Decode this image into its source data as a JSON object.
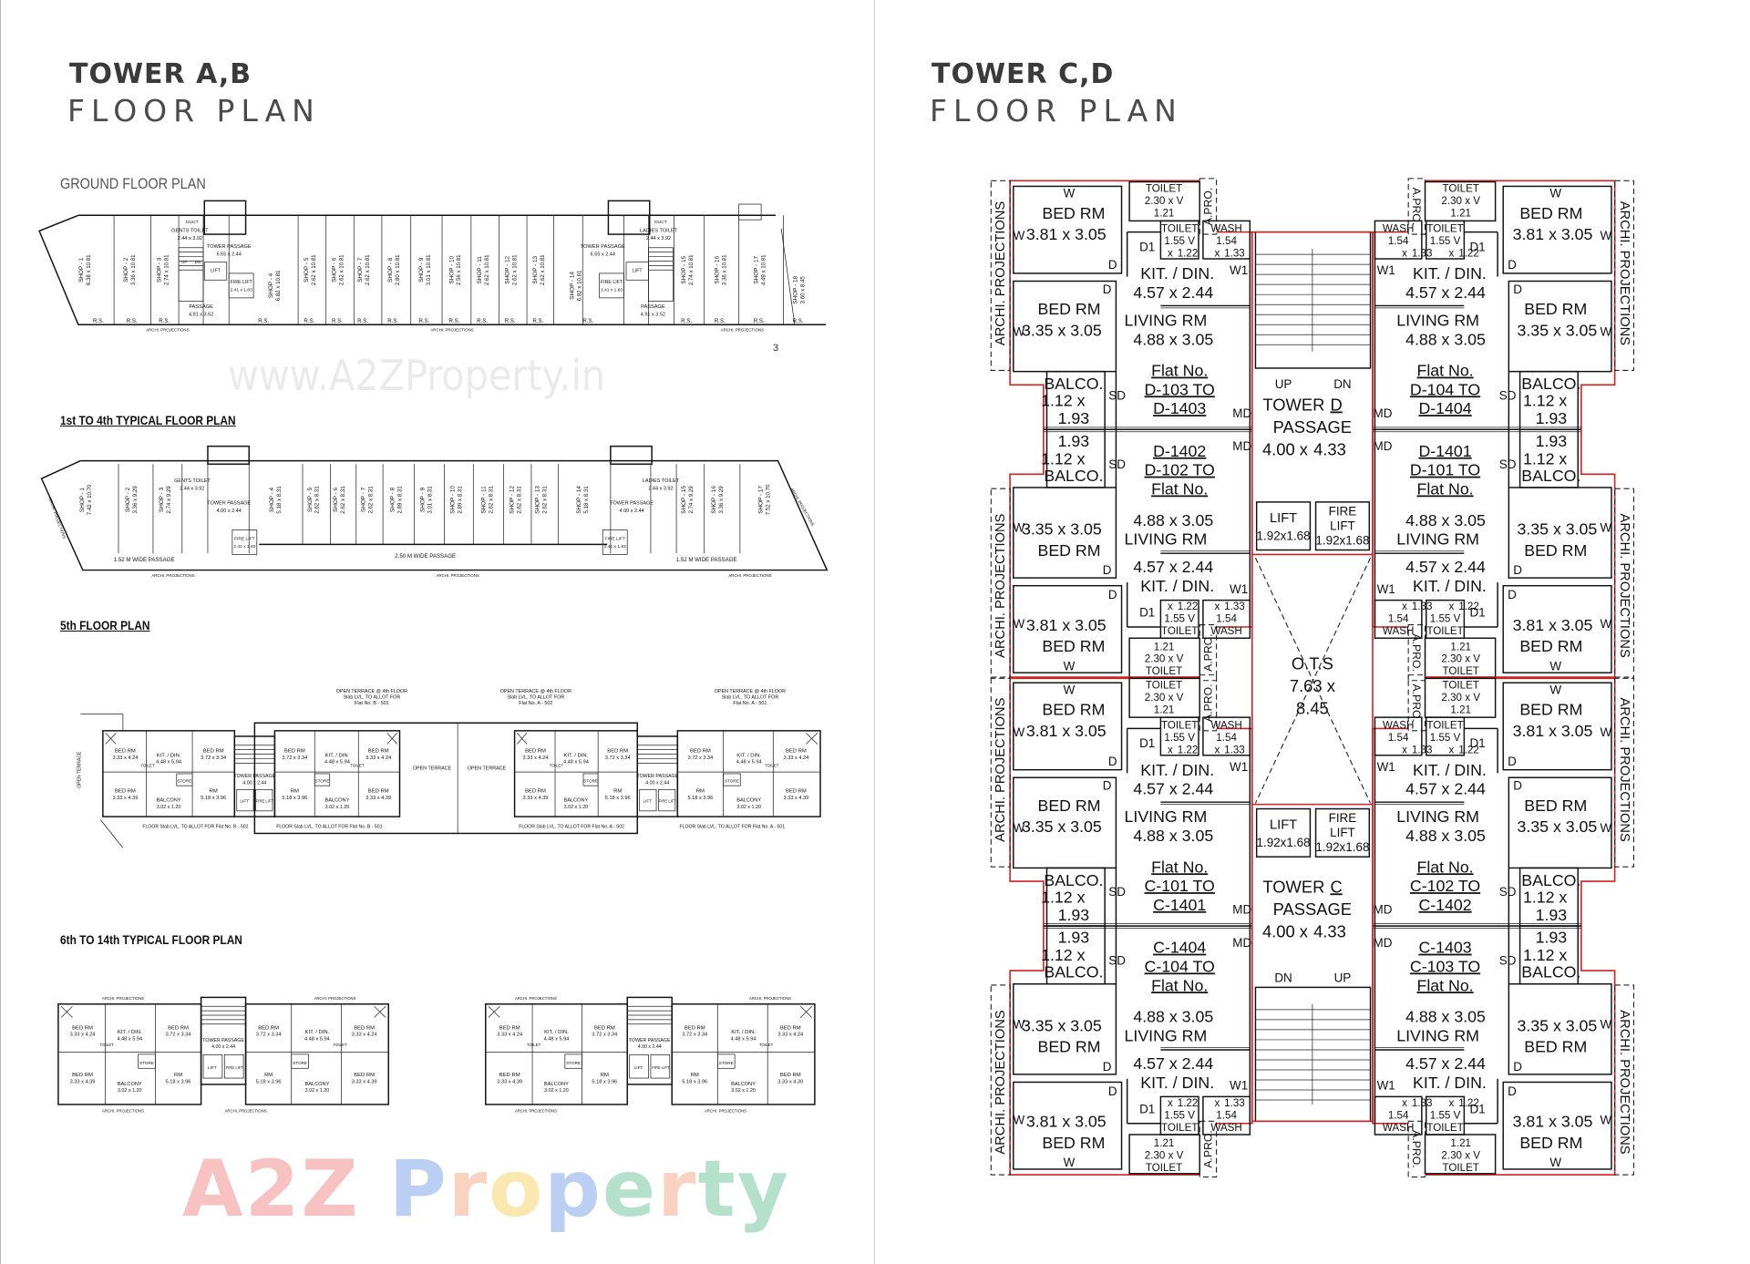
{
  "tower_ab": {
    "title": "TOWER A,B",
    "subtitle": "FLOOR PLAN",
    "page_number": "3",
    "watermark": "www.A2ZProperty.in",
    "ground": {
      "label": "GROUND FLOOR PLAN",
      "shops": [
        {
          "name": "SHOP - 1",
          "dims": "6.38 x 10.81"
        },
        {
          "name": "SHOP - 2",
          "dims": "3.36 x 10.81"
        },
        {
          "name": "SHOP - 3",
          "dims": "2.74 x 10.81"
        },
        {
          "name": "SHOP - 4",
          "dims": "6.82 x 10.81"
        },
        {
          "name": "SHOP - 5",
          "dims": "2.62 x 10.81"
        },
        {
          "name": "SHOP - 6",
          "dims": "2.62 x 10.81"
        },
        {
          "name": "SHOP - 7",
          "dims": "2.62 x 10.81"
        },
        {
          "name": "SHOP - 8",
          "dims": "2.80 x 10.81"
        },
        {
          "name": "SHOP - 9",
          "dims": "3.01 x 10.81"
        },
        {
          "name": "SHOP - 10",
          "dims": "2.56 x 10.81"
        },
        {
          "name": "SHOP - 11",
          "dims": "2.62 x 10.81"
        },
        {
          "name": "SHOP - 12",
          "dims": "2.62 x 10.81"
        },
        {
          "name": "SHOP - 13",
          "dims": "2.62 x 10.81"
        },
        {
          "name": "SHOP - 14",
          "dims": "6.82 x 10.81"
        },
        {
          "name": "SHOP - 15",
          "dims": "2.74 x 10.81"
        },
        {
          "name": "SHOP - 16",
          "dims": "3.36 x 10.81"
        },
        {
          "name": "SHOP - 17",
          "dims": "4.49 x 10.81"
        },
        {
          "name": "SHOP - 18",
          "dims": "3.60 x 8.45"
        }
      ],
      "gents_toilet": "GENTS TOILET",
      "ladies_toilet": "LADIES TOILET",
      "toilet_dims": "2.44 x 3.92",
      "tower_passage": "TOWER PASSAGE",
      "tower_passage_dims": "6.55 x 2.44",
      "passage": "PASSAGE",
      "passage_dims": "4.91 x 3.52",
      "lift": "LIFT",
      "fire_lift": "FIRE LIFT",
      "fire_lift_dims": "2.41 x 1.83",
      "rs": "R.S.",
      "archi": "ARCHI. PROJECTIONS",
      "duct": "DUCT",
      "up": "UP",
      "dn": "DN"
    },
    "typical_1_4": {
      "label": "1st TO 4th TYPICAL FLOOR PLAN",
      "shops": [
        {
          "name": "SHOP - 1",
          "dims": "7.42 x 10.70"
        },
        {
          "name": "SHOP - 2",
          "dims": "3.36 x 9.29"
        },
        {
          "name": "SHOP - 3",
          "dims": "2.74 x 9.29"
        },
        {
          "name": "SHOP - 4",
          "dims": "5.18 x 8.31"
        },
        {
          "name": "SHOP - 5",
          "dims": "2.62 x 8.31"
        },
        {
          "name": "SHOP - 6",
          "dims": "2.62 x 8.31"
        },
        {
          "name": "SHOP - 7",
          "dims": "2.62 x 8.31"
        },
        {
          "name": "SHOP - 8",
          "dims": "2.89 x 8.31"
        },
        {
          "name": "SHOP - 9",
          "dims": "3.01 x 8.31"
        },
        {
          "name": "SHOP - 10",
          "dims": "2.89 x 8.31"
        },
        {
          "name": "SHOP - 11",
          "dims": "2.62 x 8.31"
        },
        {
          "name": "SHOP - 12",
          "dims": "2.62 x 8.31"
        },
        {
          "name": "SHOP - 13",
          "dims": "2.62 x 8.31"
        },
        {
          "name": "SHOP - 14",
          "dims": "5.18 x 8.31"
        },
        {
          "name": "SHOP - 15",
          "dims": "2.74 x 9.29"
        },
        {
          "name": "SHOP - 16",
          "dims": "3.36 x 9.29"
        },
        {
          "name": "SHOP - 17",
          "dims": "7.52 x 10.70"
        }
      ],
      "main_passage": "2.50 M WIDE PASSAGE",
      "side_passage": "1.52 M WIDE PASSAGE",
      "tower_passage_dims": "4.00 x 2.44"
    },
    "fifth": {
      "label": "5th FLOOR PLAN",
      "open_terrace": "OPEN TERRACE",
      "terrace_notes": [
        "OPEN TERRACE @ 4th FLOOR Slab LVL. TO ALLOT FOR Flat No. B - 501",
        "OPEN TERRACE @ 4th FLOOR Slab LVL. TO ALLOT FOR Flat No. A - 502",
        "OPEN TERRACE @ 4th FLOOR Slab LVL. TO ALLOT FOR Flat No. A - 501"
      ],
      "bottom_notes": [
        "FLOOR Slab LVL. TO ALLOT FOR Flat No. B - 502",
        "FLOOR Slab LVL. TO ALLOT FOR Flat No. B - 501",
        "FLOOR Slab LVL. TO ALLOT FOR Flat No. A - 502",
        "FLOOR Slab LVL. TO ALLOT FOR Flat No. A - 501"
      ],
      "rooms": {
        "bed_a": {
          "label": "BED RM",
          "dims": "3.33 x 4.24"
        },
        "bed_b": {
          "label": "BED RM",
          "dims": "3.72 x 3.34"
        },
        "bed_c": {
          "label": "BED RM",
          "dims": "3.33 x 4.39"
        },
        "kitchen": {
          "label": "KIT. / DIN.",
          "dims": "4.48 x 5.94"
        },
        "living": {
          "label": "RM",
          "dims": "5.18 x 3.96"
        },
        "balcony": {
          "label": "BALCONY",
          "dims": "3.02 x 1.20"
        },
        "store": {
          "label": "STORE"
        },
        "toilet": {
          "label": "TOILET"
        }
      },
      "tower_passage": "TOWER PASSAGE",
      "tower_passage_dims": "4.00 x 2.44"
    },
    "typical_6_14": {
      "label": "6th TO 14th TYPICAL FLOOR PLAN"
    }
  },
  "tower_cd": {
    "title": "TOWER C,D",
    "subtitle": "FLOOR PLAN",
    "rooms": {
      "bed_large": {
        "label": "BED RM",
        "dims_a": "3.81 x",
        "dims_b": "3.05"
      },
      "bed_small": {
        "label": "BED RM",
        "dims_a": "3.35 x",
        "dims_b": "3.05"
      },
      "toilet_large": {
        "label": "TOILET",
        "dims_a": "2.30 x V",
        "dims_b": "1.21"
      },
      "toilet_small": {
        "label": "TOILET",
        "dims_a": "1.55 V",
        "dims_b": "1.22"
      },
      "wash": {
        "label": "WASH",
        "dims_a": "1.54",
        "dims_b": "1.33"
      },
      "kitchen": {
        "label_a": "KIT. /",
        "label_b": "DIN.",
        "dims_a": "4.57 x",
        "dims_b": "2.44"
      },
      "living": {
        "label_a": "LIVING",
        "label_b": "RM",
        "dims_a": "4.88 x",
        "dims_b": "3.05"
      },
      "balcony": {
        "label": "BALCO.",
        "dims_a": "1.12",
        "dims_b": "1.93"
      }
    },
    "flats": [
      {
        "label": "Flat No.",
        "from": "D-103 TO",
        "to": "D-1403"
      },
      {
        "label": "Flat No.",
        "from": "D-102 TO",
        "to": "D-1402"
      },
      {
        "label": "Flat No.",
        "from": "C-101 TO",
        "to": "C-1401"
      },
      {
        "label": "Flat No.",
        "from": "C-104 TO",
        "to": "C-1404"
      },
      {
        "label": "Flat No.",
        "from": "D-104 TO",
        "to": "D-1404"
      },
      {
        "label": "Flat No.",
        "from": "D-101 TO",
        "to": "D-1401"
      },
      {
        "label": "Flat No.",
        "from": "C-102 TO",
        "to": "C-1402"
      },
      {
        "label": "Flat No.",
        "from": "C-103 TO",
        "to": "C-1403"
      }
    ],
    "core": {
      "tower_d": {
        "label": "TOWER",
        "letter": "D",
        "passage": "PASSAGE",
        "dims_a": "4.00 x",
        "dims_b": "4.33"
      },
      "tower_c": {
        "label": "TOWER",
        "letter": "C",
        "passage": "PASSAGE",
        "dims_a": "4.00 x",
        "dims_b": "4.33"
      },
      "lift": {
        "label": "LIFT",
        "dims": "1.92x1.68"
      },
      "fire_lift": {
        "label_a": "FIRE",
        "label_b": "LIFT",
        "dims": "1.92x1.68"
      },
      "ots": {
        "label": "O.T.S",
        "dims_a": "7.63 x",
        "dims_b": "8.45"
      },
      "up": "UP",
      "dn": "DN"
    },
    "annotations": {
      "archi": "ARCHI. PROJECTIONS",
      "apro": "A.PRO.",
      "door": "D",
      "door1": "D1",
      "window": "W",
      "window1": "W1",
      "sliding_door": "SD",
      "main_door": "MD",
      "cross": "x"
    }
  },
  "watermark": {
    "letters": [
      "A",
      "2",
      "Z",
      " ",
      "P",
      "r",
      "o",
      "p",
      "e",
      "r",
      "t",
      "y"
    ],
    "colors": [
      "#e53935",
      "#e53935",
      "#e53935",
      "#ffffff",
      "#1e63d6",
      "#f06c3a",
      "#f4b400",
      "#1e63d6",
      "#0f9d58",
      "#f06c3a",
      "#0f9d58",
      "#0f9d58"
    ]
  }
}
